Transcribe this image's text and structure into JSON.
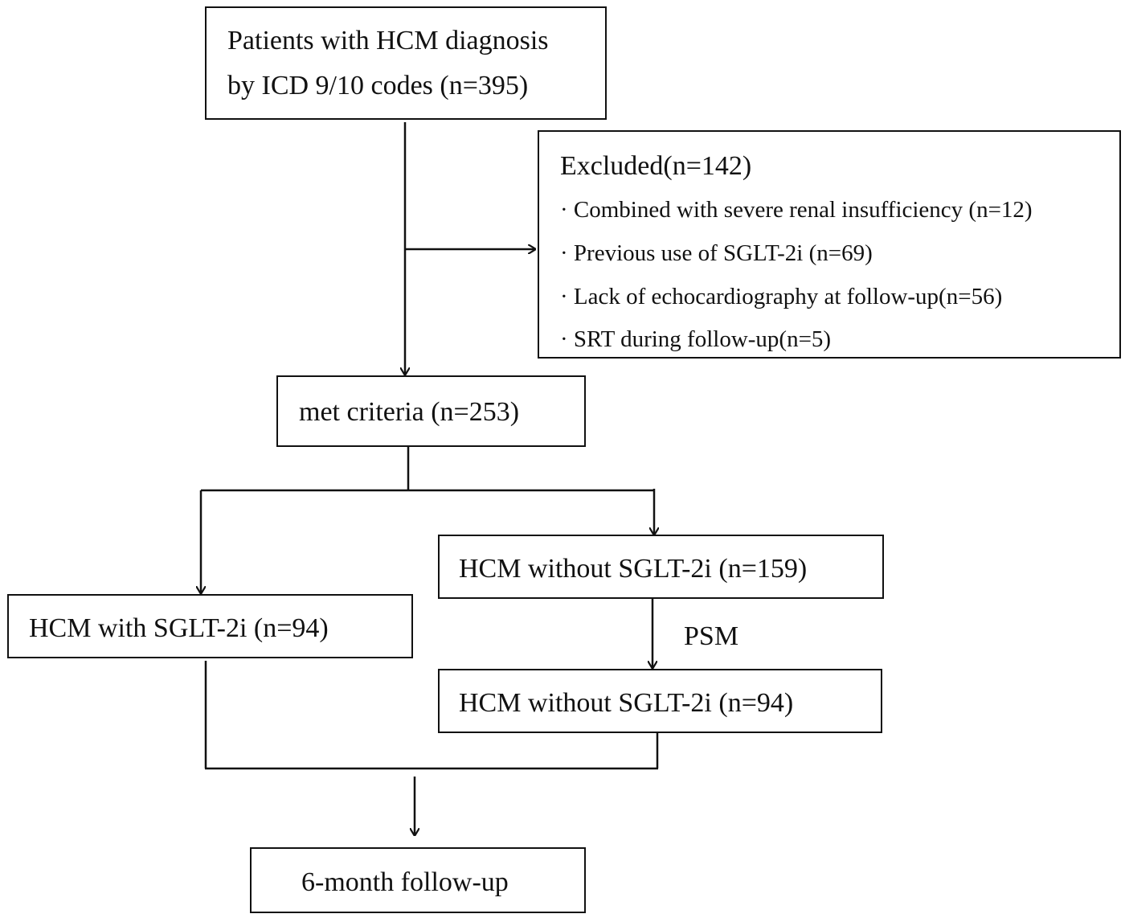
{
  "flowchart": {
    "start": {
      "line1": "Patients with HCM diagnosis",
      "line2": "by ICD 9/10 codes (n=395)"
    },
    "excluded": {
      "title": "Excluded(n=142)",
      "items": [
        "· Combined with severe renal insufficiency (n=12)",
        "· Previous use of SGLT-2i (n=69)",
        "· Lack of echocardiography at follow-up(n=56)",
        "· SRT during follow-up(n=5)"
      ]
    },
    "met_criteria": "met criteria (n=253)",
    "with_sglt2i": "HCM with SGLT-2i (n=94)",
    "without_sglt2i": "HCM without SGLT-2i (n=159)",
    "psm_label": "PSM",
    "without_sglt2i_matched": "HCM without SGLT-2i (n=94)",
    "follow_up": "6-month follow-up"
  }
}
